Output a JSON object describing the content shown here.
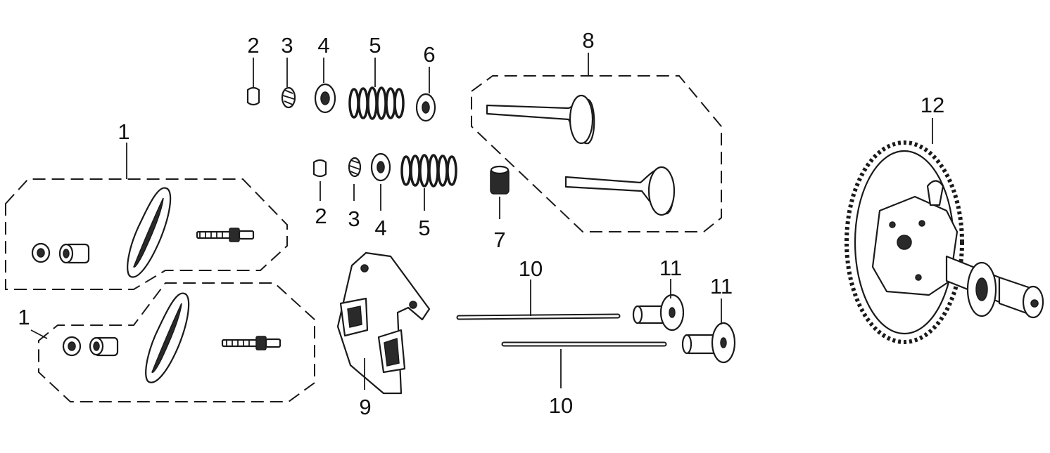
{
  "diagram": {
    "callouts": [
      {
        "id": "c1a",
        "label": "1"
      },
      {
        "id": "c1b",
        "label": "1"
      },
      {
        "id": "c2a",
        "label": "2"
      },
      {
        "id": "c2b",
        "label": "2"
      },
      {
        "id": "c3a",
        "label": "3"
      },
      {
        "id": "c3b",
        "label": "3"
      },
      {
        "id": "c4a",
        "label": "4"
      },
      {
        "id": "c4b",
        "label": "4"
      },
      {
        "id": "c5a",
        "label": "5"
      },
      {
        "id": "c5b",
        "label": "5"
      },
      {
        "id": "c6",
        "label": "6"
      },
      {
        "id": "c7",
        "label": "7"
      },
      {
        "id": "c8",
        "label": "8"
      },
      {
        "id": "c9",
        "label": "9"
      },
      {
        "id": "c10a",
        "label": "10"
      },
      {
        "id": "c10b",
        "label": "10"
      },
      {
        "id": "c11a",
        "label": "11"
      },
      {
        "id": "c11b",
        "label": "11"
      },
      {
        "id": "c12",
        "label": "12"
      }
    ]
  }
}
